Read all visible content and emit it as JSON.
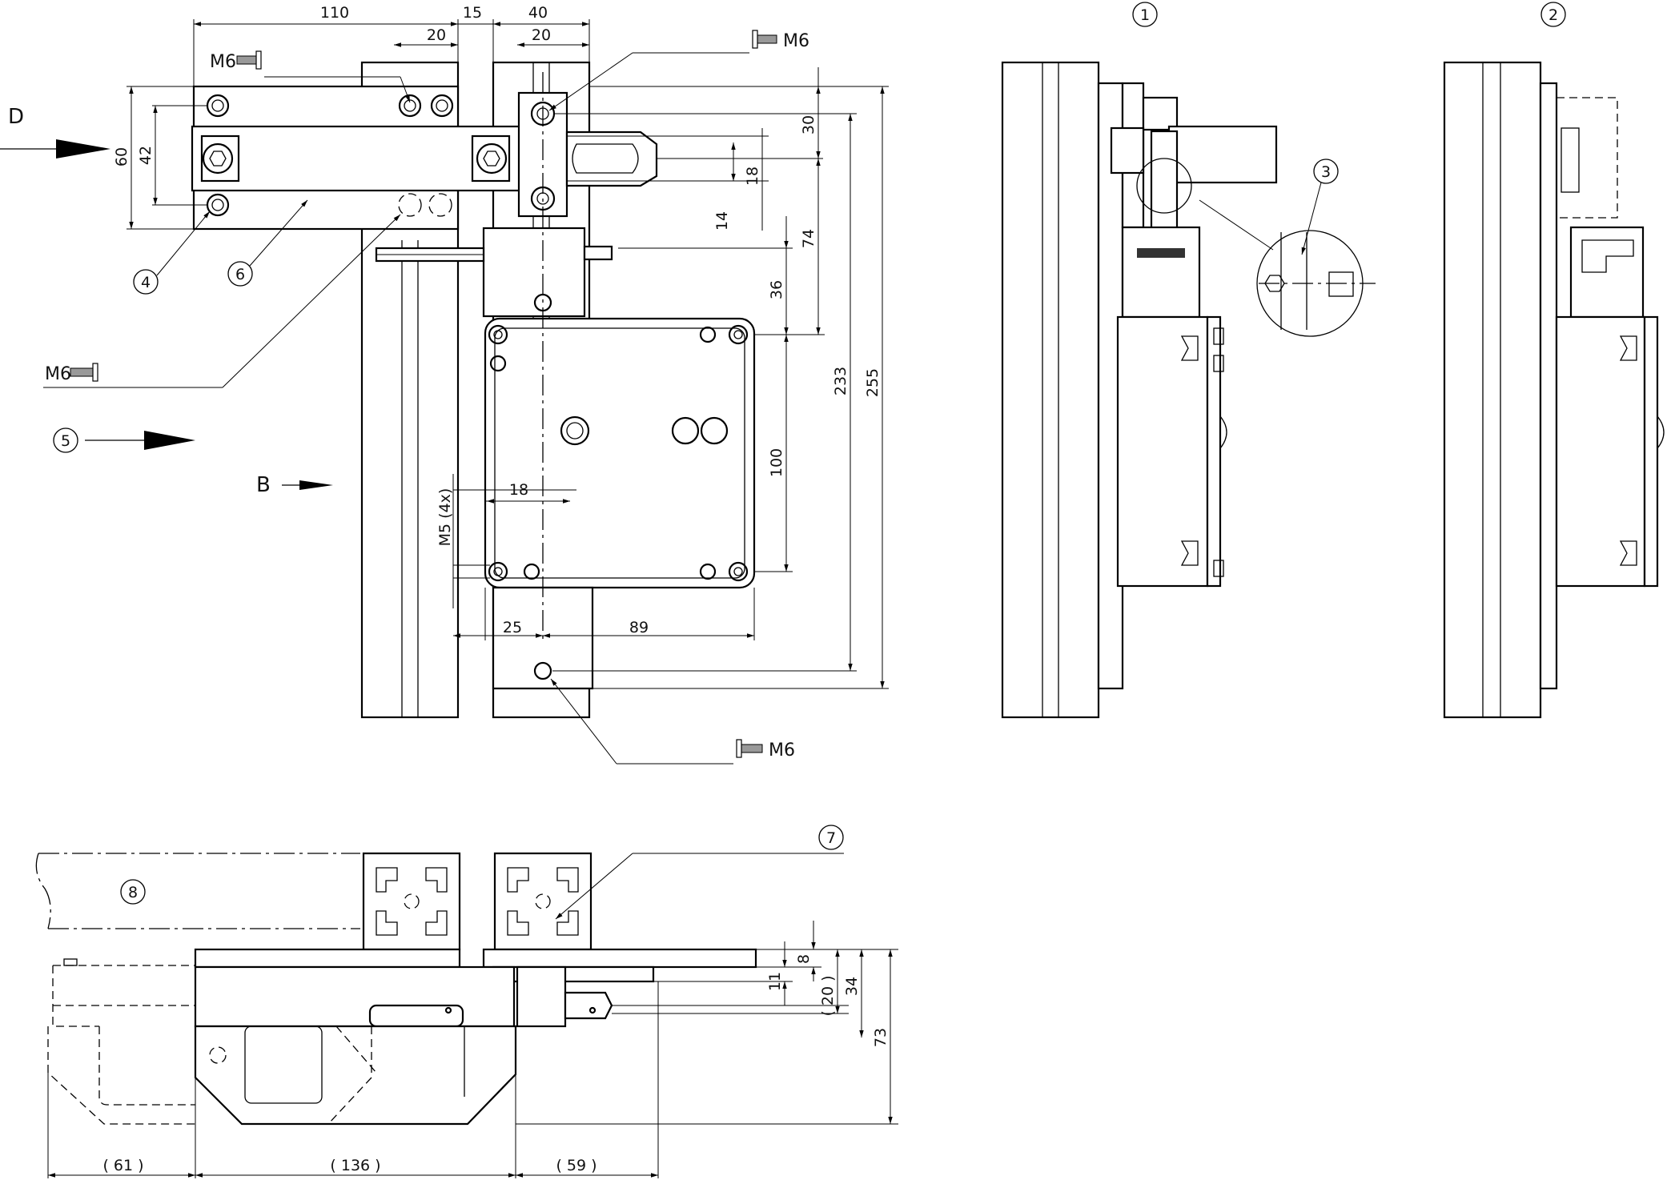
{
  "dimensions": {
    "top_110": "110",
    "top_15": "15",
    "top_40": "40",
    "top_20a": "20",
    "top_20b": "20",
    "left_60": "60",
    "left_42": "42",
    "r_30": "30",
    "r_18": "18",
    "r_14": "14",
    "r_74": "74",
    "r_36": "36",
    "r_233": "233",
    "r_255": "255",
    "r_100": "100",
    "in_18": "18",
    "in_m5": "M5 (4x)",
    "b_25": "25",
    "b_89": "89",
    "side_8": "8",
    "side_11": "11",
    "side_20": "( 20 )",
    "side_34": "34",
    "side_73": "73",
    "bot_61": "( 61 )",
    "bot_136": "( 136 )",
    "bot_59": "( 59 )"
  },
  "labels": {
    "screw_top_left": "M6",
    "screw_top_right": "M6",
    "screw_mid_left": "M6",
    "screw_bottom": "M6",
    "view_d": "D",
    "view_b": "B"
  },
  "callouts": [
    "1",
    "2",
    "3",
    "4",
    "5",
    "6",
    "7",
    "8"
  ]
}
